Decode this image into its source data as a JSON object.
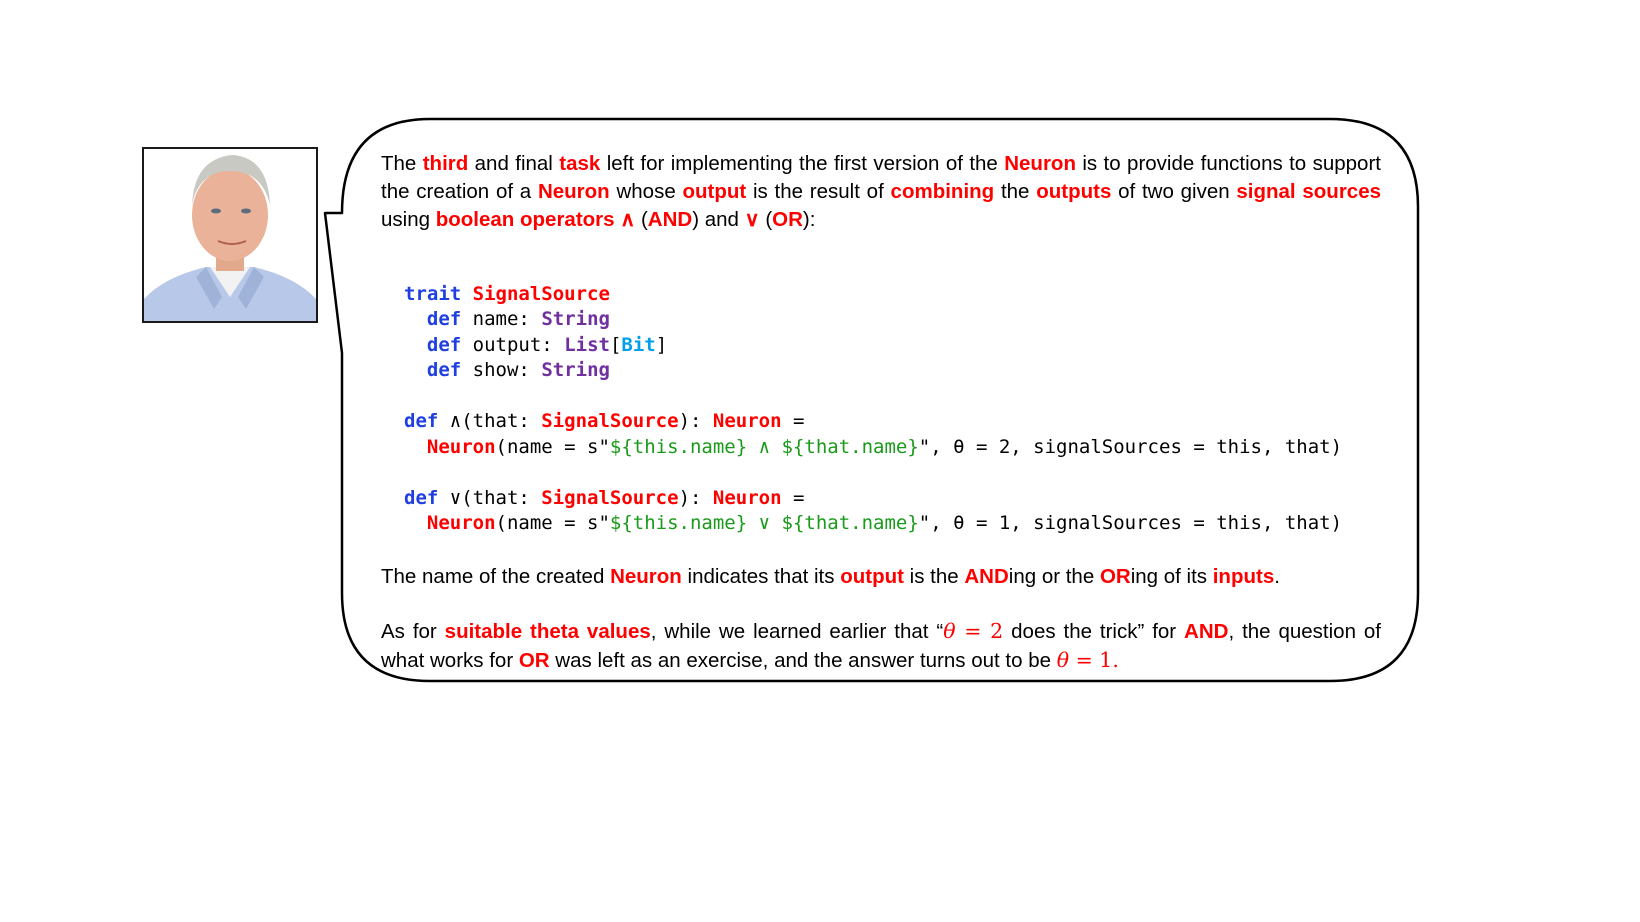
{
  "slide": {
    "avatar": {
      "alt": "presenter-photo"
    },
    "intro": {
      "segments": [
        {
          "t": "The ",
          "h": false
        },
        {
          "t": "third",
          "h": true
        },
        {
          "t": " and final ",
          "h": false
        },
        {
          "t": "task",
          "h": true
        },
        {
          "t": " left for implementing the first version of the ",
          "h": false
        },
        {
          "t": "Neuron",
          "h": true
        },
        {
          "t": " is to provide functions to support the creation of a ",
          "h": false
        },
        {
          "t": "Neuron",
          "h": true
        },
        {
          "t": " whose ",
          "h": false
        },
        {
          "t": "output",
          "h": true
        },
        {
          "t": " is the result of ",
          "h": false
        },
        {
          "t": "combining",
          "h": true
        },
        {
          "t": " the ",
          "h": false
        },
        {
          "t": "outputs",
          "h": true
        },
        {
          "t": " of two given ",
          "h": false
        },
        {
          "t": "signal sources",
          "h": true
        },
        {
          "t": " using ",
          "h": false
        },
        {
          "t": "boolean  operators ∧ ",
          "h": true
        },
        {
          "t": " (",
          "h": false
        },
        {
          "t": "AND",
          "h": true
        },
        {
          "t": ") and ",
          "h": false
        },
        {
          "t": "∨",
          "h": true
        },
        {
          "t": " (",
          "h": false
        },
        {
          "t": "OR",
          "h": true
        },
        {
          "t": "):",
          "h": false
        }
      ]
    },
    "code": {
      "trait_kw": "trait",
      "trait_name": "SignalSource",
      "members": [
        {
          "kw": "def",
          "name": "name: ",
          "type": "String",
          "extra": ""
        },
        {
          "kw": "def",
          "name": "output: ",
          "type": "List",
          "extra": "Bit"
        },
        {
          "kw": "def",
          "name": "show: ",
          "type": "String",
          "extra": ""
        }
      ],
      "and_def": {
        "kw": "def",
        "op": "∧(that: ",
        "param_type": "SignalSource",
        "mid": "): ",
        "ret": "Neuron",
        "eq": " =",
        "ctor": "Neuron",
        "args_pre": "(name = s\"",
        "interp": "${this.name} ∧ ${that.name}",
        "args_post": "\", θ = 2, signalSources = this, that)"
      },
      "or_def": {
        "kw": "def",
        "op": "∨(that: ",
        "param_type": "SignalSource",
        "mid": "): ",
        "ret": "Neuron",
        "eq": " =",
        "ctor": "Neuron",
        "args_pre": "(name = s\"",
        "interp": "${this.name} ∨ ${that.name}",
        "args_post": "\", θ = 1, signalSources = this, that)"
      }
    },
    "para2": {
      "segments": [
        {
          "t": "The name of the created ",
          "h": false
        },
        {
          "t": "Neuron",
          "h": true
        },
        {
          "t": " indicates that its ",
          "h": false
        },
        {
          "t": "output",
          "h": true
        },
        {
          "t": " is the ",
          "h": false
        },
        {
          "t": "AND",
          "h": true
        },
        {
          "t": "ing or the ",
          "h": false
        },
        {
          "t": "OR",
          "h": true
        },
        {
          "t": "ing of its ",
          "h": false
        },
        {
          "t": "inputs",
          "h": true
        },
        {
          "t": ".",
          "h": false
        }
      ]
    },
    "para3": {
      "a": "As for ",
      "b": "suitable theta values",
      "c": ", while we learned earlier that “",
      "m1_var": "θ",
      "m1_rest": " = 2",
      "d": " does the trick” for ",
      "e": "AND",
      "f": ", the question of what works for ",
      "g": "OR",
      "h": " was left as an exercise, and the answer turns out to be ",
      "m2_var": "θ",
      "m2_rest": " = 1",
      "i": "."
    }
  }
}
